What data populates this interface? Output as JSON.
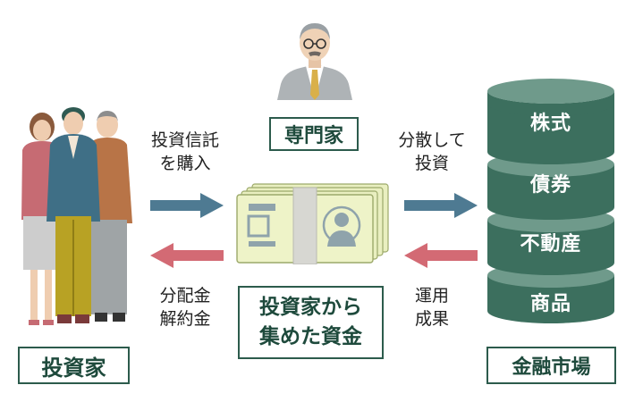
{
  "labels": {
    "investors": "投資家",
    "expert": "専門家",
    "market": "金融市場",
    "fund_line1": "投資家から",
    "fund_line2": "集めた資金"
  },
  "flows": {
    "buy_line1": "投資信託",
    "buy_line2": "を購入",
    "dist_line1": "分配金",
    "dist_line2": "解約金",
    "invest_line1": "分散して",
    "invest_line2": "投資",
    "result_line1": "運用",
    "result_line2": "成果"
  },
  "market_layers": [
    "株式",
    "債券",
    "不動産",
    "商品"
  ],
  "colors": {
    "dark_green": "#2c5b4c",
    "db_layer": "#3c6f5e",
    "db_rim": "#6f9a8b",
    "arrow_blue": "#4e7a92",
    "arrow_red": "#d36a74",
    "money": "#e9efc0"
  }
}
